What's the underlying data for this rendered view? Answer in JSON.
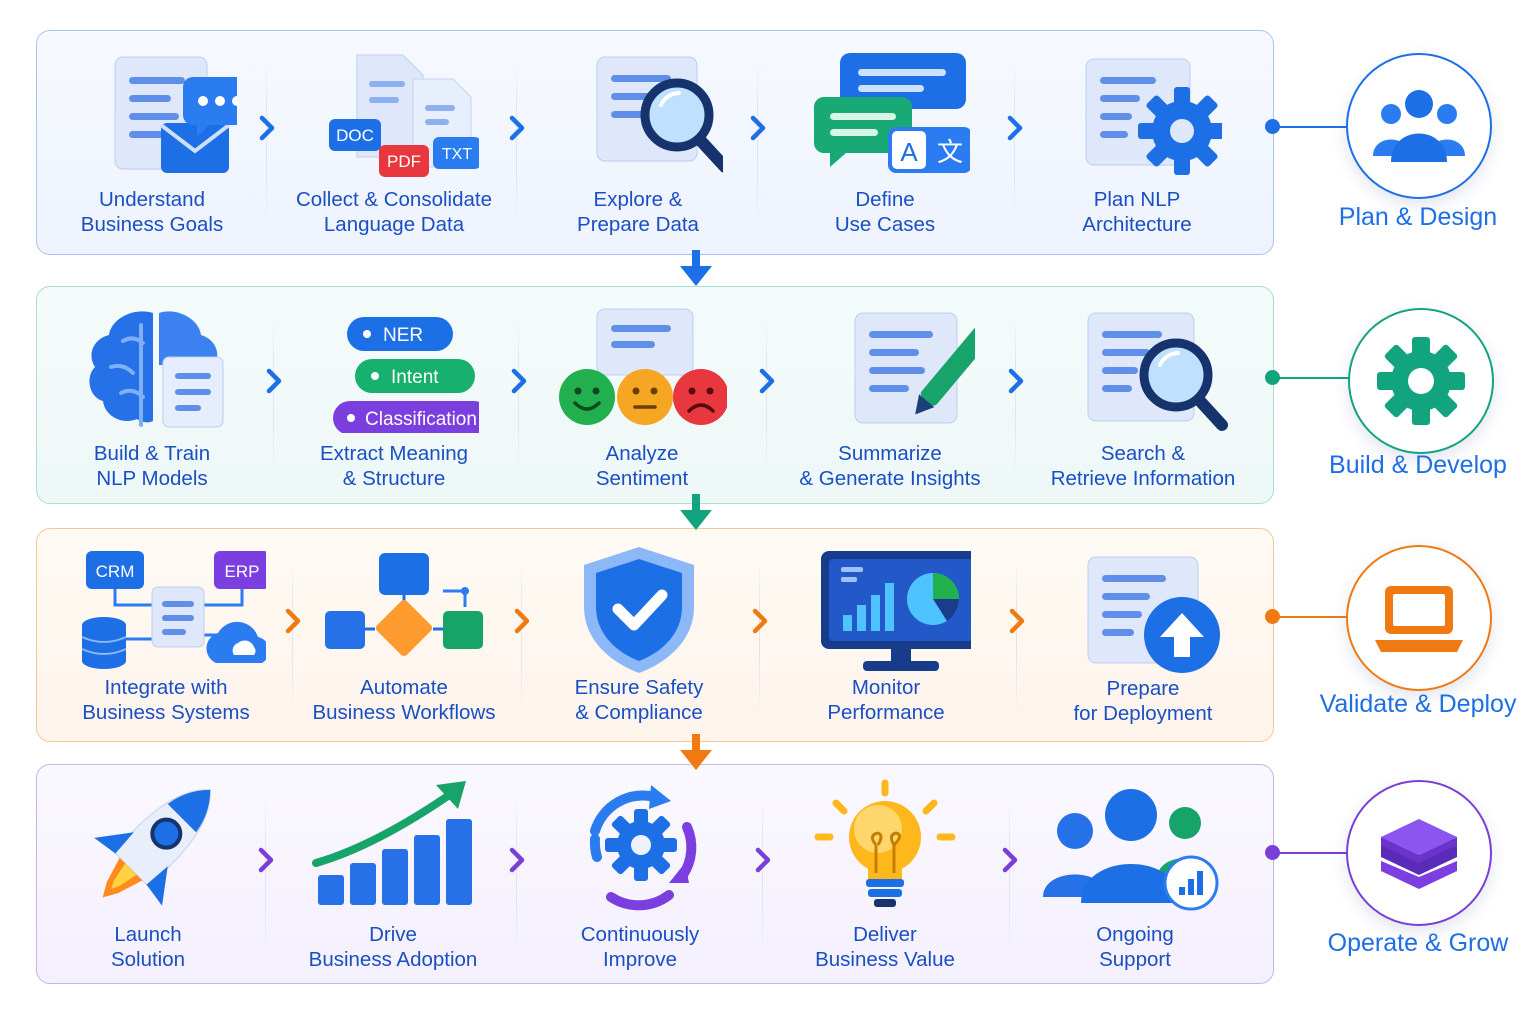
{
  "rows": [
    {
      "id": "plan",
      "phase": "Plan & Design",
      "accent": "#1565e0",
      "steps": [
        {
          "label": "Understand\nBusiness Goals",
          "icon": "document-email-chat-icon"
        },
        {
          "label": "Collect & Consolidate\nLanguage Data",
          "icon": "file-formats-icon",
          "badges": [
            "DOC",
            "PDF",
            "TXT"
          ]
        },
        {
          "label": "Explore &\nPrepare Data",
          "icon": "document-magnifier-icon"
        },
        {
          "label": "Define\nUse Cases",
          "icon": "chat-translate-icon",
          "badges": [
            "A",
            "文"
          ]
        },
        {
          "label": "Plan NLP\nArchitecture",
          "icon": "document-gear-icon"
        }
      ]
    },
    {
      "id": "build",
      "phase": "Build & Develop",
      "accent": "#12a37f",
      "steps": [
        {
          "label": "Build & Train\nNLP Models",
          "icon": "brain-document-icon"
        },
        {
          "label": "Extract Meaning\n& Structure",
          "icon": "entity-tags-icon",
          "badges": [
            "NER",
            "Intent",
            "Classification"
          ]
        },
        {
          "label": "Analyze\nSentiment",
          "icon": "sentiment-faces-icon"
        },
        {
          "label": "Summarize\n& Generate Insights",
          "icon": "document-pen-icon"
        },
        {
          "label": "Search &\nRetrieve Information",
          "icon": "document-magnifier-icon"
        }
      ]
    },
    {
      "id": "deploy",
      "phase": "Validate & Deploy",
      "accent": "#f07a12",
      "steps": [
        {
          "label": "Integrate with\nBusiness Systems",
          "icon": "systems-integration-icon",
          "badges": [
            "CRM",
            "ERP"
          ]
        },
        {
          "label": "Automate\nBusiness Workflows",
          "icon": "workflow-icon"
        },
        {
          "label": "Ensure Safety\n& Compliance",
          "icon": "shield-check-icon"
        },
        {
          "label": "Monitor\nPerformance",
          "icon": "monitor-dashboard-icon"
        },
        {
          "label": "Prepare\nfor Deployment",
          "icon": "document-upload-icon"
        }
      ]
    },
    {
      "id": "operate",
      "phase": "Operate & Grow",
      "accent": "#7a3fd6",
      "steps": [
        {
          "label": "Launch\nSolution",
          "icon": "rocket-icon"
        },
        {
          "label": "Drive\nBusiness Adoption",
          "icon": "growth-bars-icon"
        },
        {
          "label": "Continuously\nImprove",
          "icon": "gear-cycle-icon"
        },
        {
          "label": "Deliver\nBusiness Value",
          "icon": "lightbulb-icon"
        },
        {
          "label": "Ongoing\nSupport",
          "icon": "team-chart-icon"
        }
      ]
    }
  ],
  "phase_icons": [
    "team-icon",
    "gear-icon",
    "laptop-icon",
    "layers-icon"
  ]
}
